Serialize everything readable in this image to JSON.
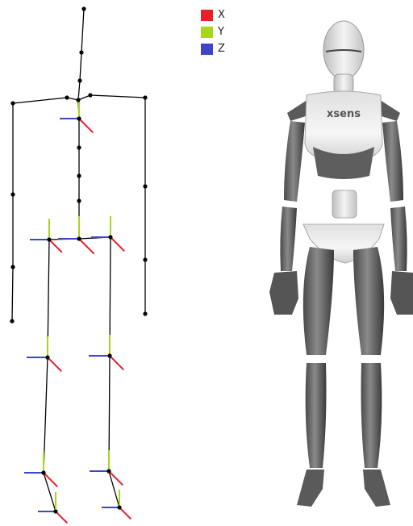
{
  "legend": {
    "items": [
      {
        "label": "X",
        "color": "#e8202a"
      },
      {
        "label": "Y",
        "color": "#a8d61f"
      },
      {
        "label": "Z",
        "color": "#3f45c8"
      }
    ]
  },
  "mannequin": {
    "logo_text": "xsens"
  },
  "colors": {
    "bone": "#000000",
    "joint": "#000000",
    "axis_x": "#e8202a",
    "axis_y": "#a8d61f",
    "axis_z": "#3f45c8"
  }
}
